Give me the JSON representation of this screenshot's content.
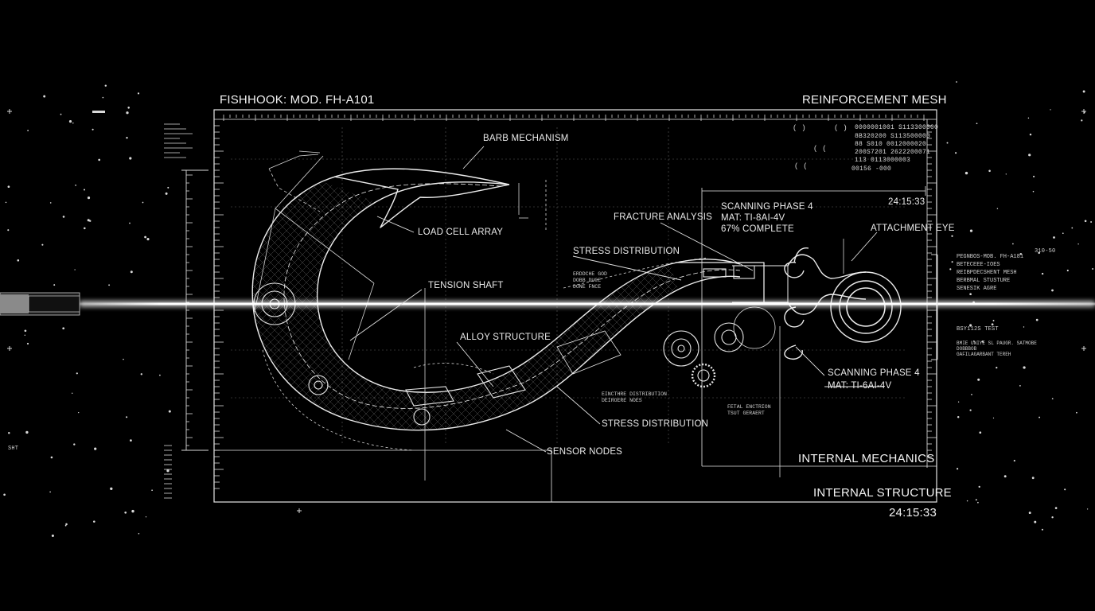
{
  "header": {
    "title": "FISHHOOK: MOD. FH-A101",
    "top_right": "REINFORCEMENT MESH"
  },
  "footer": {
    "internal_structure": "INTERNAL STRUCTURE",
    "timestamp": "24:15:33",
    "internal_mechanics": "INTERNAL MECHANICS"
  },
  "status_panel": {
    "brackets": [
      "( )",
      "( )",
      "( (",
      "( ("
    ],
    "codes": [
      "0000001001 S113300000",
      "8B320200 S113500000",
      "88 S010 0012000020",
      "200S7201 2622200071",
      "113 0113000003",
      "00156 -000"
    ],
    "time": "24:15:33"
  },
  "scan_top": {
    "phase": "SCANNING PHASE 4",
    "material": "MAT: TI-8AI-4V",
    "progress": "67% COMPLETE"
  },
  "scan_bottom": {
    "phase": "SCANNING PHASE 4",
    "material": "MAT: TI-6AI-4V"
  },
  "callouts": {
    "barb_mechanism": "BARB MECHANISM",
    "load_cell_array": "LOAD CELL ARRAY",
    "tension_shaft": "TENSION SHAFT",
    "fracture_analysis": "FRACTURE ANALYSIS",
    "stress_distribution_top": "STRESS DISTRIBUTION",
    "alloy_structure": "ALLOY STRUCTURE",
    "stress_distribution_bottom": "STRESS DISTRIBUTION",
    "sensor_nodes": "SENSOR NODES",
    "attachment_eye": "ATTACHMENT EYE"
  },
  "small_notes": {
    "left_mid": [
      "ERDDCHE GOD",
      "DOBB DUCE",
      "DONE FNCE"
    ],
    "stress_small": [
      "EINCTHRE DISTRIBUTION",
      "DEIROERE NOES"
    ],
    "fetal": [
      "FETAL ENCTRION",
      "TSUT GERAERT"
    ],
    "right_top": [
      "PEGNBOS-MOB. FH-A181",
      "BETECEEE-IOES",
      "REIBPDECSHENT MESH",
      "BERBMAL STUSTURE",
      "SENESIK AGRE"
    ],
    "right_test": "BSY112S TEST",
    "right_bottom": [
      "BMIE UNIYE SL PAUGR. SATMOBE",
      "DOBBBOB",
      "GAFILAGARBANT TEREH"
    ],
    "far_right": "310-50",
    "far_left": "SHT"
  },
  "colors": {
    "background": "#000000",
    "line": "#e6e6e6",
    "beam": "#ffffff",
    "grid": "#6a6a6a"
  }
}
